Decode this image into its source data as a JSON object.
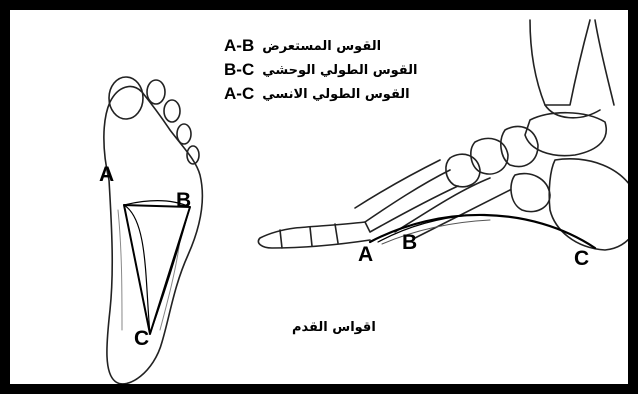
{
  "legend": [
    {
      "code": "A-B",
      "text": "القوس المستعرض"
    },
    {
      "code": "B-C",
      "text": "القوس الطولي الوحشي"
    },
    {
      "code": "A-C",
      "text": "القوس الطولي الانسي"
    }
  ],
  "caption": "اقواس القدم",
  "points": {
    "sole_a": "A",
    "sole_b": "B",
    "sole_c": "C",
    "side_a": "A",
    "side_b": "B",
    "side_c": "C"
  }
}
